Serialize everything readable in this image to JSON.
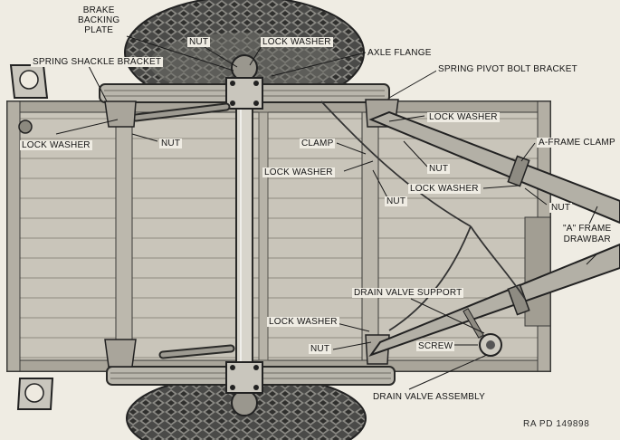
{
  "labels": {
    "brake_backing_plate": [
      "BRAKE",
      "BACKING",
      "PLATE"
    ],
    "nut_top": "NUT",
    "lock_washer_top": "LOCK WASHER",
    "spring_shackle_bracket": "SPRING SHACKLE BRACKET",
    "axle_flange": "AXLE FLANGE",
    "spring_pivot_bolt_bracket": "SPRING PIVOT BOLT BRACKET",
    "lock_washer_left": "LOCK WASHER",
    "nut_left": "NUT",
    "lock_washer_right": "LOCK WASHER",
    "a_frame_clamp": "A-FRAME CLAMP",
    "clamp": "CLAMP",
    "nut_mid1": "NUT",
    "lock_washer_mid": "LOCK WASHER",
    "lock_washer_mid2": "LOCK WASHER",
    "nut_mid2": "NUT",
    "nut_right": "NUT",
    "a_frame_drawbar": [
      "\"A\" FRAME",
      "DRAWBAR"
    ],
    "drain_valve_support": "DRAIN VALVE SUPPORT",
    "lock_washer_low": "LOCK WASHER",
    "nut_low": "NUT",
    "screw": "SCREW",
    "drain_valve_assembly": "DRAIN VALVE ASSEMBLY"
  },
  "reference": "RA PD 149898"
}
